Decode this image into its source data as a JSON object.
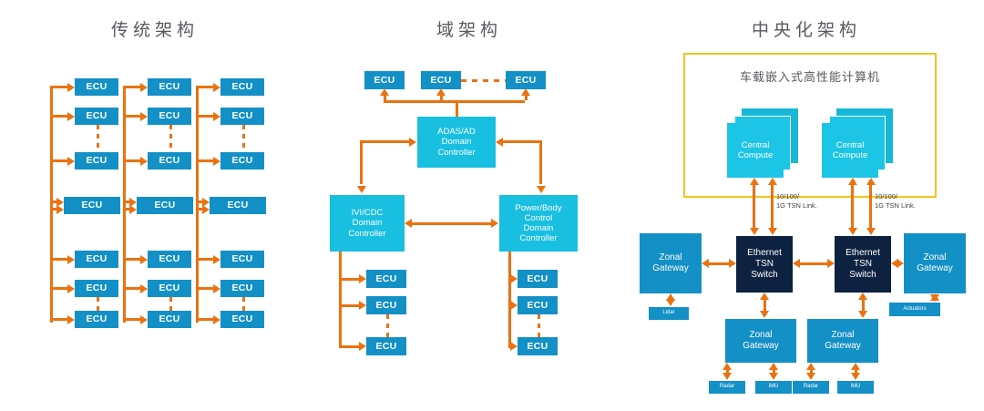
{
  "diagram": {
    "title_left": "传统架构",
    "title_middle": "域架构",
    "title_right": "中央化架构"
  },
  "legacy": {
    "title": "传统架构",
    "ecu_label": "ECU",
    "columns": 3,
    "ecus_per_column": 7,
    "box_color": "#1390c6",
    "link_color": "#ea7211",
    "nodes": [
      {
        "col": 1,
        "row": 1,
        "label": "ECU"
      },
      {
        "col": 1,
        "row": 2,
        "label": "ECU"
      },
      {
        "col": 1,
        "row": 3,
        "label": "ECU"
      },
      {
        "col": 1,
        "row": 4,
        "label": "ECU"
      },
      {
        "col": 1,
        "row": 5,
        "label": "ECU"
      },
      {
        "col": 1,
        "row": 6,
        "label": "ECU"
      },
      {
        "col": 1,
        "row": 7,
        "label": "ECU"
      },
      {
        "col": 2,
        "row": 1,
        "label": "ECU"
      },
      {
        "col": 2,
        "row": 2,
        "label": "ECU"
      },
      {
        "col": 2,
        "row": 3,
        "label": "ECU"
      },
      {
        "col": 2,
        "row": 4,
        "label": "ECU"
      },
      {
        "col": 2,
        "row": 5,
        "label": "ECU"
      },
      {
        "col": 2,
        "row": 6,
        "label": "ECU"
      },
      {
        "col": 2,
        "row": 7,
        "label": "ECU"
      },
      {
        "col": 3,
        "row": 1,
        "label": "ECU"
      },
      {
        "col": 3,
        "row": 2,
        "label": "ECU"
      },
      {
        "col": 3,
        "row": 3,
        "label": "ECU"
      },
      {
        "col": 3,
        "row": 4,
        "label": "ECU"
      },
      {
        "col": 3,
        "row": 5,
        "label": "ECU"
      },
      {
        "col": 3,
        "row": 6,
        "label": "ECU"
      },
      {
        "col": 3,
        "row": 7,
        "label": "ECU"
      }
    ]
  },
  "domain": {
    "title": "域架构",
    "top_ecus": [
      "ECU",
      "ECU",
      "ECU"
    ],
    "controllers": [
      {
        "id": "adas",
        "label": "ADAS/AD\nDomain\nController",
        "lines": [
          "ADAS/AD",
          "Domain",
          "Controller"
        ]
      },
      {
        "id": "ivi",
        "label": "IVI/CDC\nDomain\nController",
        "lines": [
          "IVI/CDC",
          "Domain",
          "Controller"
        ]
      },
      {
        "id": "powerbody",
        "label": "Power/Body\nControl\nDomain\nController",
        "lines": [
          "Power/Body",
          "Control",
          "Domain",
          "Controller"
        ]
      }
    ],
    "left_ecus": [
      "ECU",
      "ECU",
      "ECU"
    ],
    "right_ecus": [
      "ECU",
      "ECU",
      "ECU"
    ],
    "controller_color": "#19bfe0",
    "ecu_color": "#1390c6"
  },
  "central": {
    "title": "中央化架构",
    "hpc_label": "车载嵌入式高性能计算机",
    "hpc_border_color": "#f5c21b",
    "central_compute": [
      {
        "lines": [
          "Central",
          "Compute"
        ]
      },
      {
        "lines": [
          "Central",
          "Compute"
        ]
      }
    ],
    "tsn_link_label": "10/100/\n1G TSN Link.",
    "tsn_link_lines": [
      "10/100/",
      "1G TSN Link."
    ],
    "switches": [
      {
        "lines": [
          "Ethernet",
          "TSN",
          "Switch"
        ]
      },
      {
        "lines": [
          "Ethernet",
          "TSN",
          "Switch"
        ]
      }
    ],
    "switch_color": "#0d2240",
    "zonal_gateways": [
      {
        "id": "left",
        "lines": [
          "Zonal",
          "Gateway"
        ]
      },
      {
        "id": "bottom-left",
        "lines": [
          "Zonal",
          "Gateway"
        ]
      },
      {
        "id": "bottom-right",
        "lines": [
          "Zonal",
          "Gateway"
        ]
      },
      {
        "id": "right",
        "lines": [
          "Zonal",
          "Gateway"
        ]
      }
    ],
    "sensors": [
      {
        "id": "lidar",
        "label": "Lidar"
      },
      {
        "id": "radar-1",
        "label": "Radar"
      },
      {
        "id": "imu-1",
        "label": "IMU"
      },
      {
        "id": "radar-2",
        "label": "Radar"
      },
      {
        "id": "imu-2",
        "label": "IMU"
      },
      {
        "id": "actuators",
        "label": "Actuators"
      }
    ],
    "compute_color": "#1cc5e6",
    "gateway_color": "#1390c6"
  }
}
